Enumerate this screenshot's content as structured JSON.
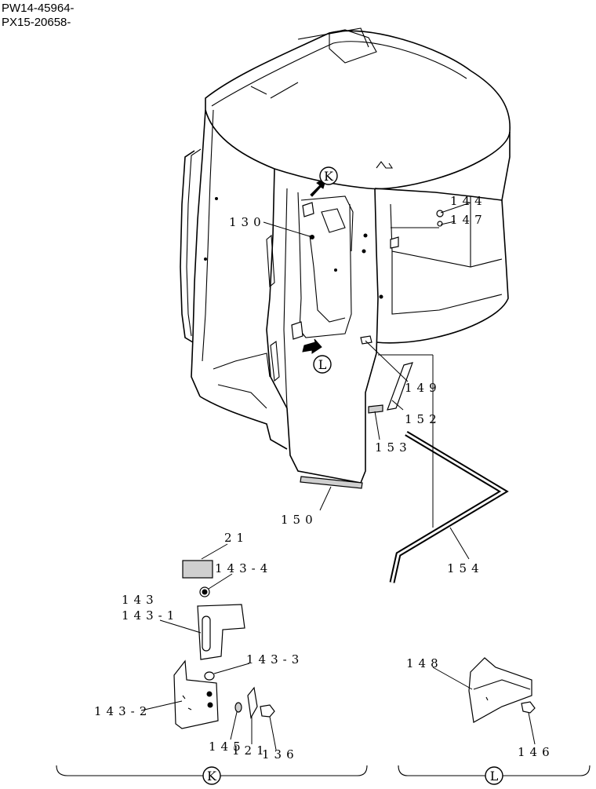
{
  "header": {
    "line1": "PW14-45964-",
    "line2": "PX15-20658-"
  },
  "callouts": {
    "K": "K",
    "L": "L"
  },
  "labels": {
    "p130": "130",
    "p144": "144",
    "p147": "147",
    "p149": "149",
    "p152": "152",
    "p153": "153",
    "p150": "150",
    "p154": "154",
    "p21": "21",
    "p143_4": "143-4",
    "p143": "143",
    "p143_1": "143-1",
    "p143_3": "143-3",
    "p143_2": "143-2",
    "p145": "145",
    "p121": "121",
    "p136": "136",
    "p148": "148",
    "p146": "146"
  },
  "detail_groups": {
    "left": "K",
    "right": "L"
  }
}
